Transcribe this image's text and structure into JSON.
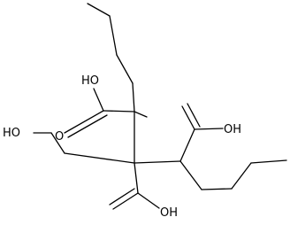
{
  "labels": {
    "oh_top": "HO",
    "oh_left": "HO",
    "o_left": "O",
    "oh_right": "OH",
    "oh_bottom": "OH"
  }
}
